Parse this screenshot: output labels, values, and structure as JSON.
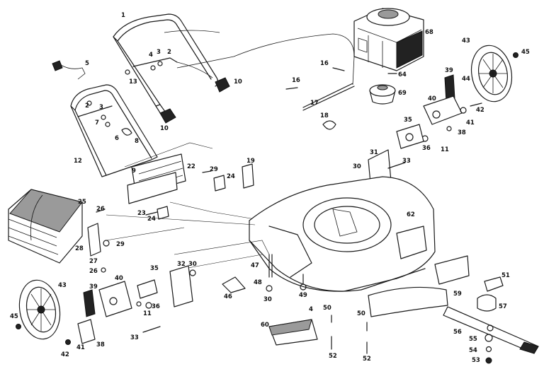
{
  "callouts": [
    {
      "id": "c1",
      "text": "1"
    },
    {
      "id": "c2a",
      "text": "2"
    },
    {
      "id": "c3",
      "text": "3"
    },
    {
      "id": "c4a",
      "text": "4"
    },
    {
      "id": "c5",
      "text": "5"
    },
    {
      "id": "c2b",
      "text": "2"
    },
    {
      "id": "c3b",
      "text": "3"
    },
    {
      "id": "c7",
      "text": "7"
    },
    {
      "id": "c6",
      "text": "6"
    },
    {
      "id": "c8",
      "text": "8"
    },
    {
      "id": "c9",
      "text": "9"
    },
    {
      "id": "c10a",
      "text": "10"
    },
    {
      "id": "c10b",
      "text": "10"
    },
    {
      "id": "c12",
      "text": "12"
    },
    {
      "id": "c13",
      "text": "13"
    },
    {
      "id": "c16a",
      "text": "16"
    },
    {
      "id": "c16b",
      "text": "16"
    },
    {
      "id": "c17",
      "text": "17"
    },
    {
      "id": "c18",
      "text": "18"
    },
    {
      "id": "c19",
      "text": "19"
    },
    {
      "id": "c22",
      "text": "22"
    },
    {
      "id": "c23",
      "text": "23"
    },
    {
      "id": "c24a",
      "text": "24"
    },
    {
      "id": "c24b",
      "text": "24"
    },
    {
      "id": "c25",
      "text": "25"
    },
    {
      "id": "c26a",
      "text": "26"
    },
    {
      "id": "c26b",
      "text": "26"
    },
    {
      "id": "c27",
      "text": "27"
    },
    {
      "id": "c28",
      "text": "28"
    },
    {
      "id": "c29",
      "text": "29"
    },
    {
      "id": "c29b",
      "text": "29"
    },
    {
      "id": "c30a",
      "text": "30"
    },
    {
      "id": "c30b",
      "text": "30"
    },
    {
      "id": "c30c",
      "text": "30"
    },
    {
      "id": "c31",
      "text": "31"
    },
    {
      "id": "c32",
      "text": "32"
    },
    {
      "id": "c33a",
      "text": "33"
    },
    {
      "id": "c33b",
      "text": "33"
    },
    {
      "id": "c35a",
      "text": "35"
    },
    {
      "id": "c35b",
      "text": "35"
    },
    {
      "id": "c36a",
      "text": "36"
    },
    {
      "id": "c36b",
      "text": "36"
    },
    {
      "id": "c38a",
      "text": "38"
    },
    {
      "id": "c38b",
      "text": "38"
    },
    {
      "id": "c39a",
      "text": "39"
    },
    {
      "id": "c39b",
      "text": "39"
    },
    {
      "id": "c40a",
      "text": "40"
    },
    {
      "id": "c40b",
      "text": "40"
    },
    {
      "id": "c41a",
      "text": "41"
    },
    {
      "id": "c41b",
      "text": "41"
    },
    {
      "id": "c42a",
      "text": "42"
    },
    {
      "id": "c42b",
      "text": "42"
    },
    {
      "id": "c43a",
      "text": "43"
    },
    {
      "id": "c43b",
      "text": "43"
    },
    {
      "id": "c44",
      "text": "44"
    },
    {
      "id": "c45a",
      "text": "45"
    },
    {
      "id": "c45b",
      "text": "45"
    },
    {
      "id": "c46",
      "text": "46"
    },
    {
      "id": "c47",
      "text": "47"
    },
    {
      "id": "c48",
      "text": "48"
    },
    {
      "id": "c49",
      "text": "49"
    },
    {
      "id": "c4b",
      "text": "4"
    },
    {
      "id": "c50a",
      "text": "50"
    },
    {
      "id": "c50b",
      "text": "50"
    },
    {
      "id": "c51",
      "text": "51"
    },
    {
      "id": "c52a",
      "text": "52"
    },
    {
      "id": "c52b",
      "text": "52"
    },
    {
      "id": "c53",
      "text": "53"
    },
    {
      "id": "c54",
      "text": "54"
    },
    {
      "id": "c55",
      "text": "55"
    },
    {
      "id": "c56",
      "text": "56"
    },
    {
      "id": "c57",
      "text": "57"
    },
    {
      "id": "c59",
      "text": "59"
    },
    {
      "id": "c60",
      "text": "60"
    },
    {
      "id": "c62",
      "text": "62"
    },
    {
      "id": "c64",
      "text": "64"
    },
    {
      "id": "c68",
      "text": "68"
    },
    {
      "id": "c69",
      "text": "69"
    },
    {
      "id": "c11a",
      "text": "11"
    },
    {
      "id": "c11b",
      "text": "11"
    }
  ]
}
